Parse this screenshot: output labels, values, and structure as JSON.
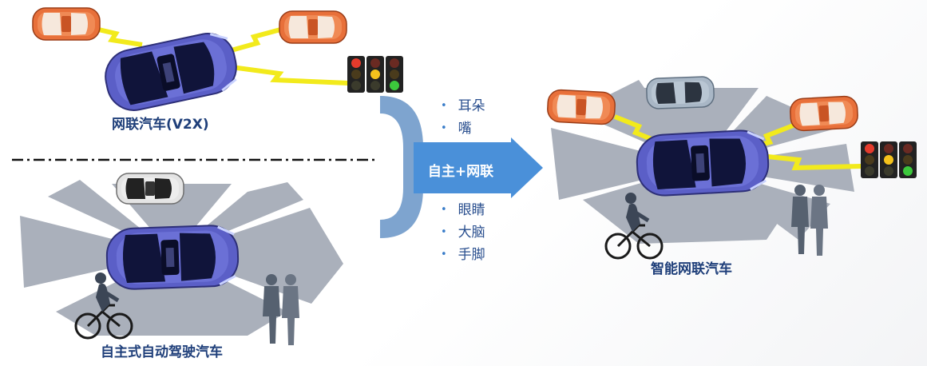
{
  "v2x_label": "网联汽车(V2X)",
  "autonomous_label": "自主式自动驾驶汽车",
  "smart_label": "智能网联汽车",
  "arrow_label": "自主+网联",
  "network_capabilities": [
    "耳朵",
    "嘴"
  ],
  "autonomous_capabilities": [
    "眼睛",
    "大脑",
    "手脚"
  ],
  "colors": {
    "ego_car": "#5b5fc7",
    "other_car": "#e8703a",
    "sensor_zone": "#aab0bb",
    "lightning": "#f2ea1c",
    "arrow": "#4a90d9",
    "label_text": "#1f3f7a"
  }
}
